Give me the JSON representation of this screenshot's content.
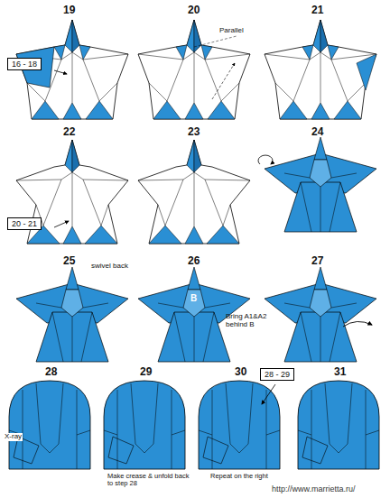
{
  "diagram": {
    "nodes": [
      {
        "text": [
          "16 - 18"
        ]
      },
      {
        "text": [
          "20 - 21"
        ]
      },
      {
        "text": [
          "28 - 29"
        ]
      }
    ],
    "labels": [
      "19",
      "20",
      "21",
      "Parallel",
      "22",
      "23",
      "24",
      "25",
      "swivel back",
      "26",
      "B",
      "Bring A1&A2 behind B",
      "27",
      "28",
      "X-ray",
      "29",
      "Make crease & unfold back to step 28",
      "30",
      "Repeat on the right",
      "31",
      "http://www.marrietta.ru/"
    ]
  }
}
